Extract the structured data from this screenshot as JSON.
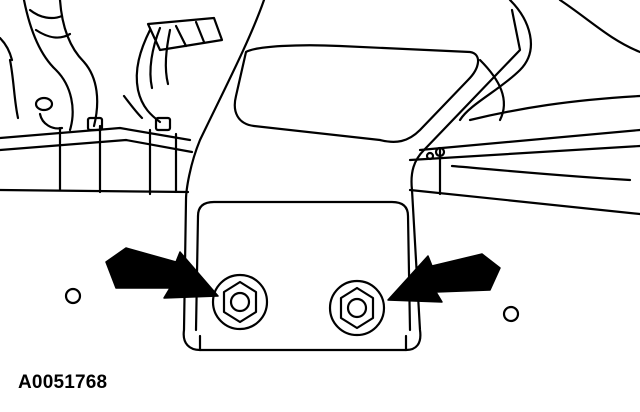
{
  "figure": {
    "id_label": "A0051768"
  },
  "colors": {
    "line": "#000000",
    "background": "#ffffff"
  },
  "icons": {
    "left_arrow": "arrow-pointing-right-down",
    "right_arrow": "arrow-pointing-left-down",
    "fasteners": "hex-nut"
  }
}
